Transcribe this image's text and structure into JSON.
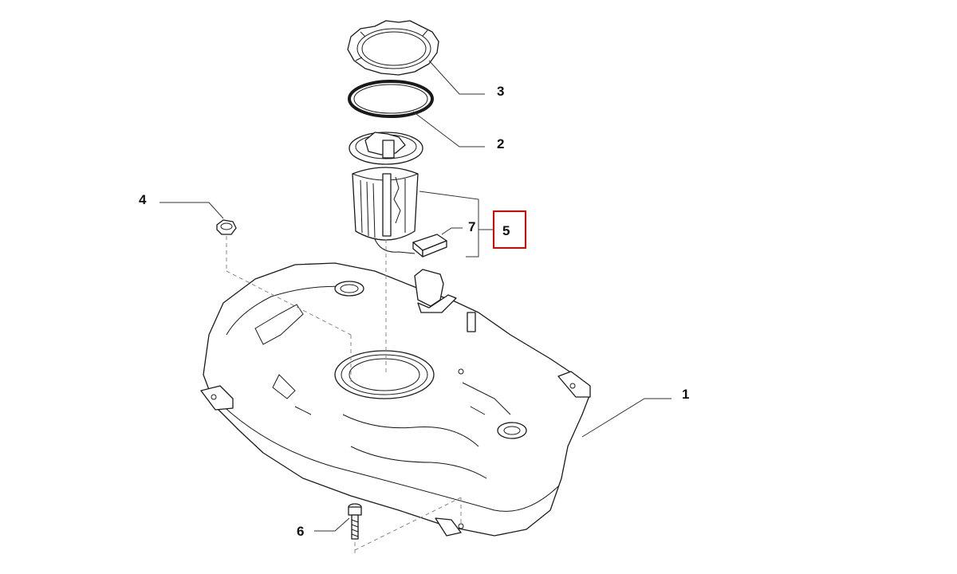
{
  "callouts": {
    "c1": "1",
    "c2": "2",
    "c3": "3",
    "c4": "4",
    "c5": "5",
    "c6": "6",
    "c7": "7"
  },
  "highlight_color": "#e00000"
}
